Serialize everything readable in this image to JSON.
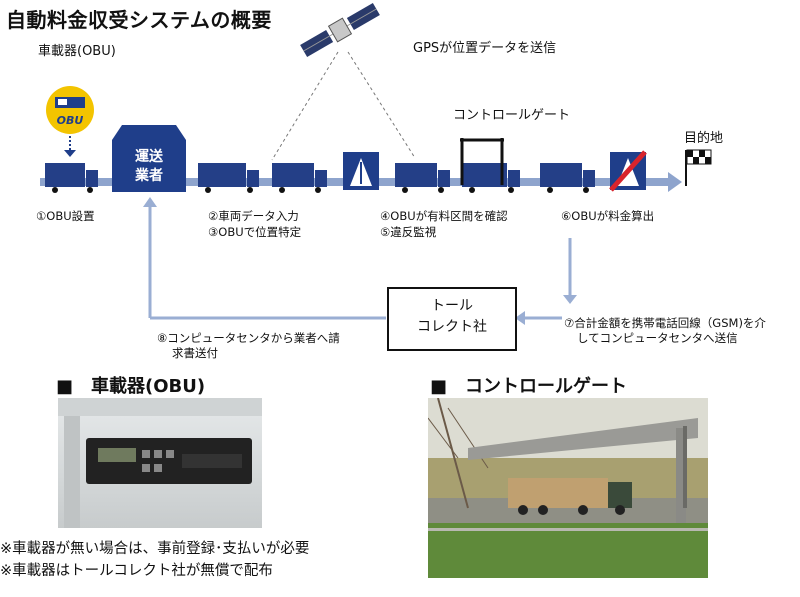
{
  "title": "自動料金収受システムの概要",
  "obu_label": "車載器(OBU)",
  "obu_badge": "OBU",
  "gps_label": "GPSが位置データを送信",
  "control_gate_label": "コントロールゲート",
  "destination_label": "目的地",
  "carrier_box": [
    "運送",
    "業者"
  ],
  "toll_company_box": [
    "トール",
    "コレクト社"
  ],
  "steps": {
    "s1": "①OBU設置",
    "s2": "②車両データ入力",
    "s3": "③OBUで位置特定",
    "s4": "④OBUが有料区間を確認",
    "s5": "⑤違反監視",
    "s6": "⑥OBUが料金算出",
    "s7_line1": "⑦合計金額を携帯電話回線（GSM)を介",
    "s7_line2": "してコンピュータセンタへ送信",
    "s8_line1": "⑧コンピュータセンタから業者へ請",
    "s8_line2": "求書送付"
  },
  "section_obu": "■　車載器(OBU)",
  "section_gate": "■　コントロールゲート",
  "notes": [
    "※車載器が無い場合は、事前登録･支払いが必要",
    "※車載器はトールコレクト社が無償で配布"
  ],
  "colors": {
    "navy": "#1f3e8a",
    "arrow": "#8ea4cd",
    "line": "#9aaed3"
  }
}
